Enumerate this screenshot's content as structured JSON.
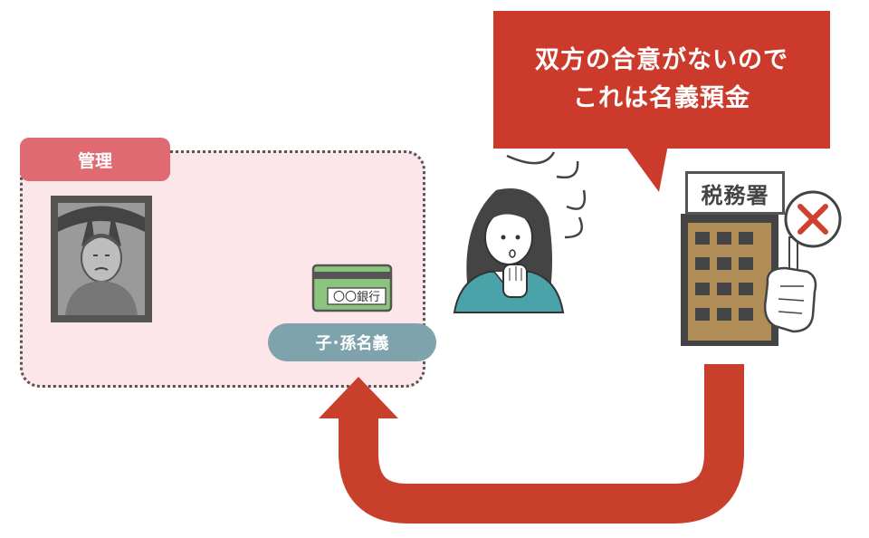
{
  "management": {
    "label": "管理"
  },
  "account_holder": {
    "label": "子･孫名義"
  },
  "bankbook": {
    "text": "〇〇銀行"
  },
  "callout": {
    "line1": "双方の合意がないので",
    "line2": "これは名義預金"
  },
  "tax_office": {
    "label": "税務署"
  },
  "icons": [
    "deceased-portrait-icon",
    "bankbook-icon",
    "worried-woman-icon",
    "tax-office-building-icon",
    "reject-sign-icon",
    "return-arrow-icon"
  ],
  "colors": {
    "callout_red": "#cc3a2b",
    "arrow_red": "#c8402c",
    "management_bg": "#fde6e9",
    "management_label": "#e06a72",
    "holder_label": "#7ea3ad",
    "building_brown": "#b08d57",
    "bankbook_green": "#8bc57d"
  }
}
